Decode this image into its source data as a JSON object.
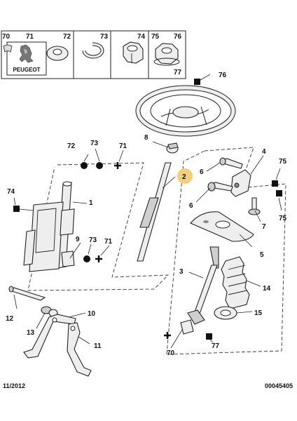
{
  "brand": {
    "name": "PEUGEOT"
  },
  "header_callouts": [
    "70",
    "71",
    "72",
    "73",
    "74",
    "75",
    "76",
    "77"
  ],
  "callouts": {
    "c1": "1",
    "c2": "2",
    "c3": "3",
    "c4": "4",
    "c5": "5",
    "c6a": "6",
    "c6b": "6",
    "c7": "7",
    "c8": "8",
    "c9": "9",
    "c10": "10",
    "c11": "11",
    "c12": "12",
    "c13": "13",
    "c14": "14",
    "c15": "15",
    "c70": "70",
    "c71a": "71",
    "c71b": "71",
    "c72": "72",
    "c73a": "73",
    "c73b": "73",
    "c74": "74",
    "c75a": "75",
    "c75b": "75",
    "c76": "76",
    "c77": "77"
  },
  "footer": {
    "date": "11/2012",
    "reference": "00045405"
  },
  "colors": {
    "highlight": "#f3cf7a",
    "line": "#222222",
    "part_fill": "#eeeeee"
  }
}
